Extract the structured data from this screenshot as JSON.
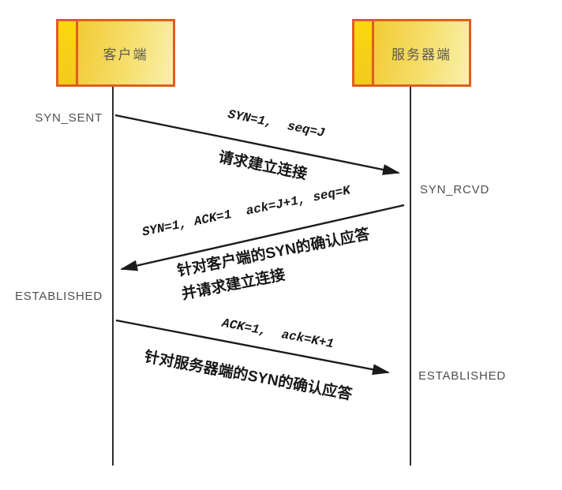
{
  "actors": {
    "client": "客户端",
    "server": "服务器端"
  },
  "states": {
    "syn_sent": "SYN_SENT",
    "syn_rcvd": "SYN_RCVD",
    "established_client": "ESTABLISHED",
    "established_server": "ESTABLISHED"
  },
  "messages": {
    "m1": {
      "code": "SYN=1,  seq=J",
      "note": "请求建立连接"
    },
    "m2": {
      "code": "SYN=1, ACK=1  ack=J+1, seq=K",
      "note1": "针对客户端的SYN的确认应答",
      "note2": "并请求建立连接"
    },
    "m3": {
      "code": "ACK=1,  ack=K+1",
      "note": "针对服务器端的SYN的确认应答"
    }
  },
  "colors": {
    "box_border": "#de5f1e",
    "box_strip_fill": "#f8d511",
    "box_fill_gradient_start": "#f2cb35",
    "box_fill_gradient_end": "#f9f0ac",
    "arrow_line": "#1b1b1b",
    "lifeline": "#2e2e2e",
    "state_text": "#4e4e50",
    "box_text": "#5b594e",
    "background": "#ffffff"
  }
}
